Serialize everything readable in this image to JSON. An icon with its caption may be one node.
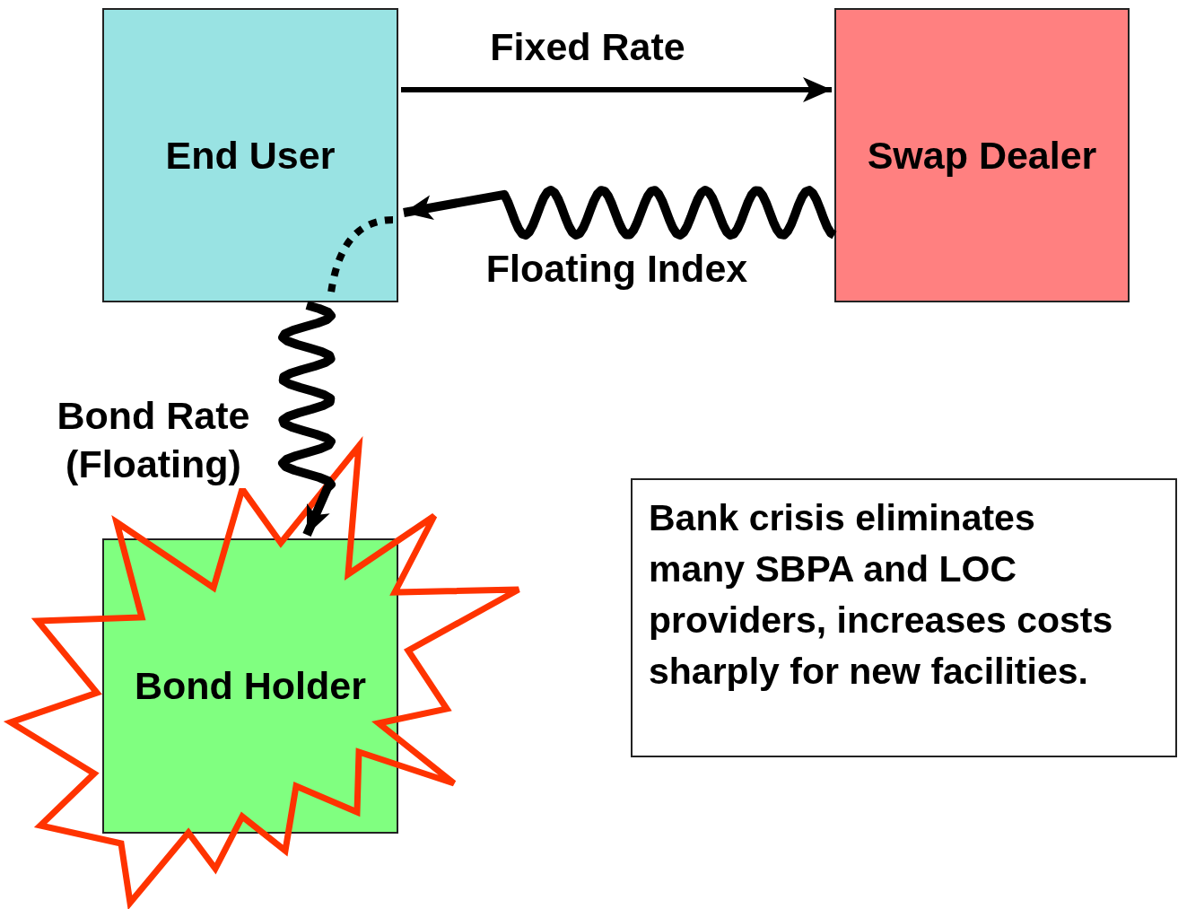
{
  "diagram": {
    "nodes": [
      {
        "text": [
          "End User"
        ]
      },
      {
        "text": [
          "Swap Dealer"
        ]
      },
      {
        "text": [
          "Bond Holder"
        ]
      },
      {
        "text": [
          "Bank crisis eliminates many SBPA and LOC providers, increases costs sharply for new facilities."
        ]
      }
    ],
    "edges": [
      {
        "from": 0,
        "to": 1,
        "arrow": "to",
        "label": "Fixed Rate"
      },
      {
        "from": 1,
        "to": 0,
        "arrow": "to",
        "label": "Floating Index"
      },
      {
        "from": 0,
        "to": 2,
        "arrow": "to",
        "label": "Bond Rate (Floating)"
      }
    ]
  }
}
